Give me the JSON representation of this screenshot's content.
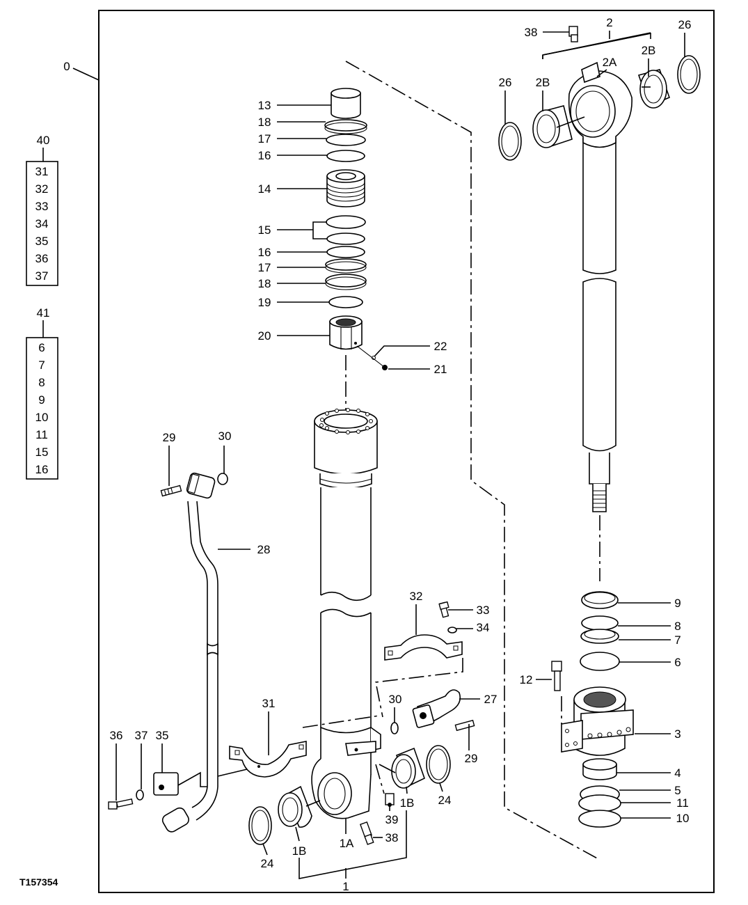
{
  "figure_id": "T157354",
  "callouts": {
    "c0": "0",
    "c1": "1",
    "c1A": "1A",
    "c1B_left": "1B",
    "c1B_right": "1B",
    "c2": "2",
    "c2A": "2A",
    "c2B_left": "2B",
    "c2B_right": "2B",
    "c3": "3",
    "c4": "4",
    "c5": "5",
    "c6": "6",
    "c7": "7",
    "c8": "8",
    "c9": "9",
    "c10": "10",
    "c11": "11",
    "c12": "12",
    "c13": "13",
    "c14": "14",
    "c15": "15",
    "c16a": "16",
    "c16b": "16",
    "c17a": "17",
    "c17b": "17",
    "c18a": "18",
    "c18b": "18",
    "c19": "19",
    "c20": "20",
    "c21": "21",
    "c22": "22",
    "c24a": "24",
    "c24b": "24",
    "c26a": "26",
    "c26b": "26",
    "c27": "27",
    "c28": "28",
    "c29a": "29",
    "c29b": "29",
    "c30a": "30",
    "c30b": "30",
    "c31": "31",
    "c32": "32",
    "c33": "33",
    "c34": "34",
    "c35": "35",
    "c36": "36",
    "c37": "37",
    "c38a": "38",
    "c38b": "38",
    "c39": "39"
  },
  "kits": [
    {
      "id": "40",
      "items": [
        "31",
        "32",
        "33",
        "34",
        "35",
        "36",
        "37"
      ]
    },
    {
      "id": "41",
      "items": [
        "6",
        "7",
        "8",
        "9",
        "10",
        "11",
        "15",
        "16"
      ]
    }
  ]
}
